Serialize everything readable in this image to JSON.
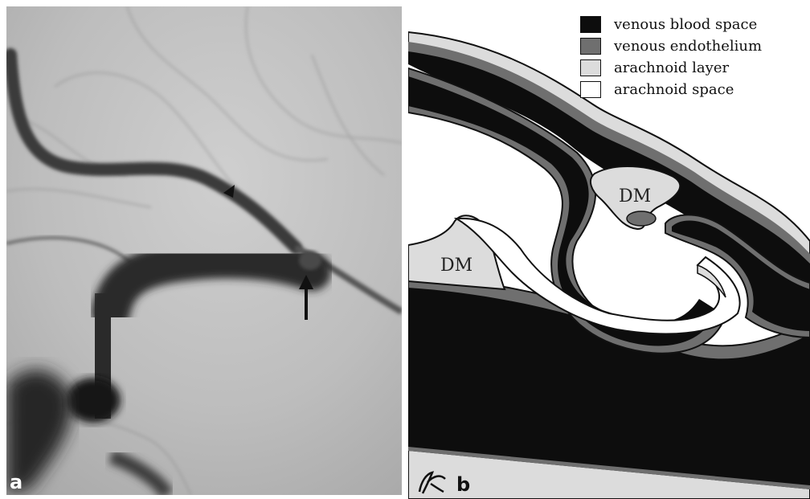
{
  "panel_a": {
    "label": "a",
    "description_icons": {
      "arrowhead": "arrowhead-marker",
      "arrow": "up-arrow-marker"
    }
  },
  "panel_b": {
    "label": "b",
    "dm_labels": [
      "DM",
      "DM"
    ],
    "legend": [
      {
        "label": "venous blood space",
        "color": "#0d0d0d"
      },
      {
        "label": "venous endothelium",
        "color": "#6f6f6f"
      },
      {
        "label": "arachnoid layer",
        "color": "#dcdcdc"
      },
      {
        "label": "arachnoid space",
        "color": "#ffffff"
      }
    ]
  },
  "colors": {
    "blood": "#0d0d0d",
    "endothelium": "#6f6f6f",
    "arachnoid_layer": "#dcdcdc",
    "arachnoid_space": "#ffffff"
  }
}
